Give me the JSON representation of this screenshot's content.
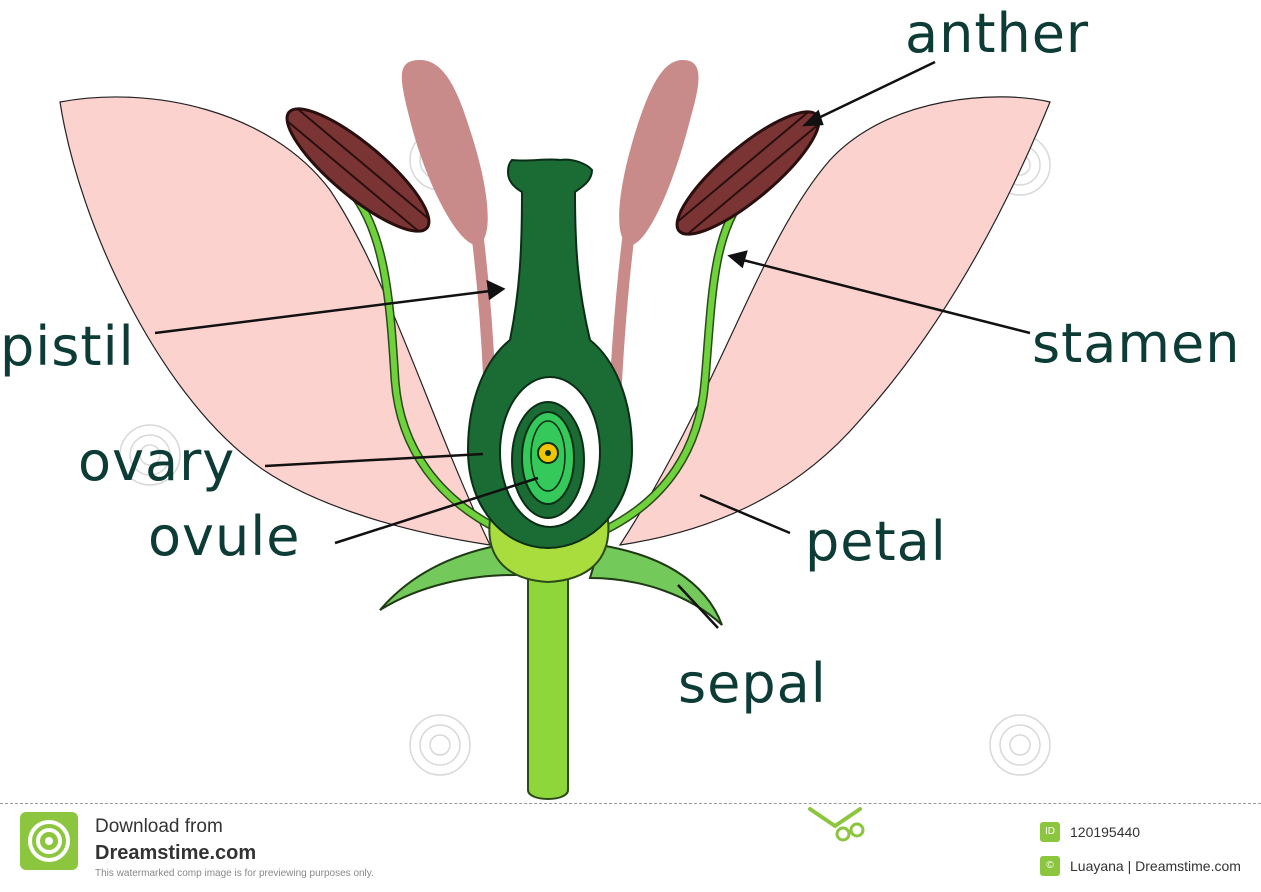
{
  "diagram": {
    "labels": {
      "anther": "anther",
      "pistil": "pistil",
      "stamen": "stamen",
      "ovary": "ovary",
      "ovule": "ovule",
      "petal": "petal",
      "sepal": "sepal"
    },
    "colors": {
      "petal": "#fcd2cf",
      "anther": "#7b3434",
      "faded_stamen": "#c98a8a",
      "pistil": "#1a6b34",
      "filament": "#6fd13c",
      "stem": "#8fd63b",
      "sepal": "#73c95a",
      "ovule": "#34c95a",
      "ovule_dot": "#f2c400",
      "label_text": "#0d3b35"
    }
  },
  "footer": {
    "download_line1": "Download from",
    "download_line2": "Dreamstime.com",
    "disclaimer": "This watermarked comp image is for previewing purposes only.",
    "image_id_badge": "ID",
    "image_id": "120195440",
    "author_badge": "©",
    "author": "Luayana | Dreamstime.com"
  }
}
